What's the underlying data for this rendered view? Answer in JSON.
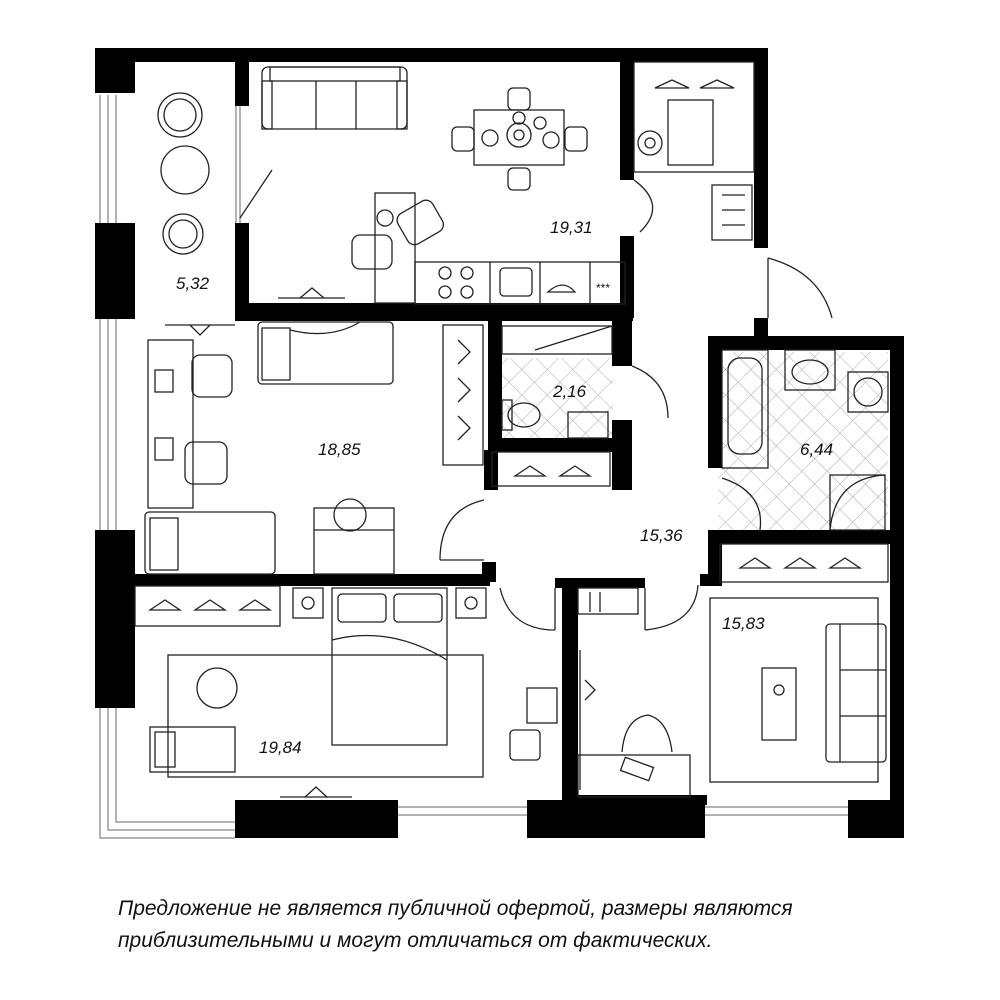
{
  "rooms": [
    {
      "id": "loggia",
      "area": "5,32"
    },
    {
      "id": "kitchen-living",
      "area": "19,31"
    },
    {
      "id": "bedroom-children",
      "area": "18,85"
    },
    {
      "id": "wc",
      "area": "2,16"
    },
    {
      "id": "bathroom",
      "area": "6,44"
    },
    {
      "id": "hall",
      "area": "15,36"
    },
    {
      "id": "living-room",
      "area": "15,83"
    },
    {
      "id": "master-bedroom",
      "area": "19,84"
    }
  ],
  "stove_marks": "***",
  "disclaimer": {
    "line1": "Предложение не является публичной офертой, размеры являются",
    "line2": "приблизительными и могут отличаться от фактических."
  }
}
